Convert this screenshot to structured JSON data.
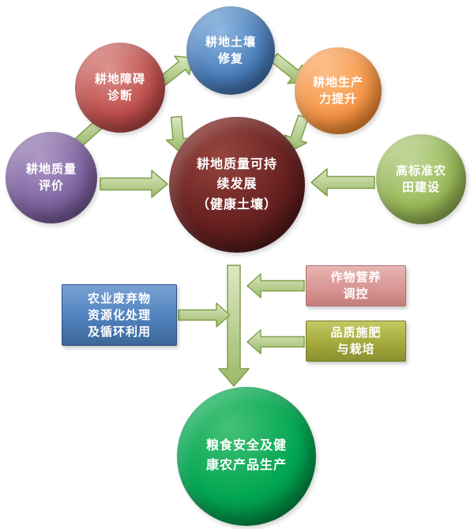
{
  "diagram": {
    "nodes": {
      "restoration": {
        "label": "耕地土壤\n修复",
        "color": "#4A7EBB",
        "shape": "circle"
      },
      "diagnosis": {
        "label": "耕地障碍\n诊断",
        "color": "#C0504D",
        "shape": "circle"
      },
      "evaluation": {
        "label": "耕地质量\n评价",
        "color": "#8064A2",
        "shape": "circle"
      },
      "productivity": {
        "label": "耕地生产\n力提升",
        "color": "#F79646",
        "shape": "circle"
      },
      "farmland": {
        "label": "高标准农\n田建设",
        "color": "#9BBB59",
        "shape": "circle"
      },
      "center": {
        "label": "耕地质量可持\n续发展\n（健康土壤）",
        "color": "#66201F",
        "shape": "circle"
      },
      "waste": {
        "label": "农业废弃物\n资源化处理\n及循环利用",
        "color": "#4F81BD",
        "shape": "rect"
      },
      "nutrition": {
        "label": "作物营养\n调控",
        "color": "#D99694",
        "shape": "rect"
      },
      "fertilization": {
        "label": "品质施肥\n与栽培",
        "color": "#A3A93B",
        "shape": "rect"
      },
      "food": {
        "label": "粮食安全及健\n康农产品生产",
        "color": "#00A651",
        "shape": "circle"
      }
    },
    "arrow_color": "#A9C47F",
    "arrow_border_color": "#7F9F4A",
    "background": "#FFFFFF"
  }
}
